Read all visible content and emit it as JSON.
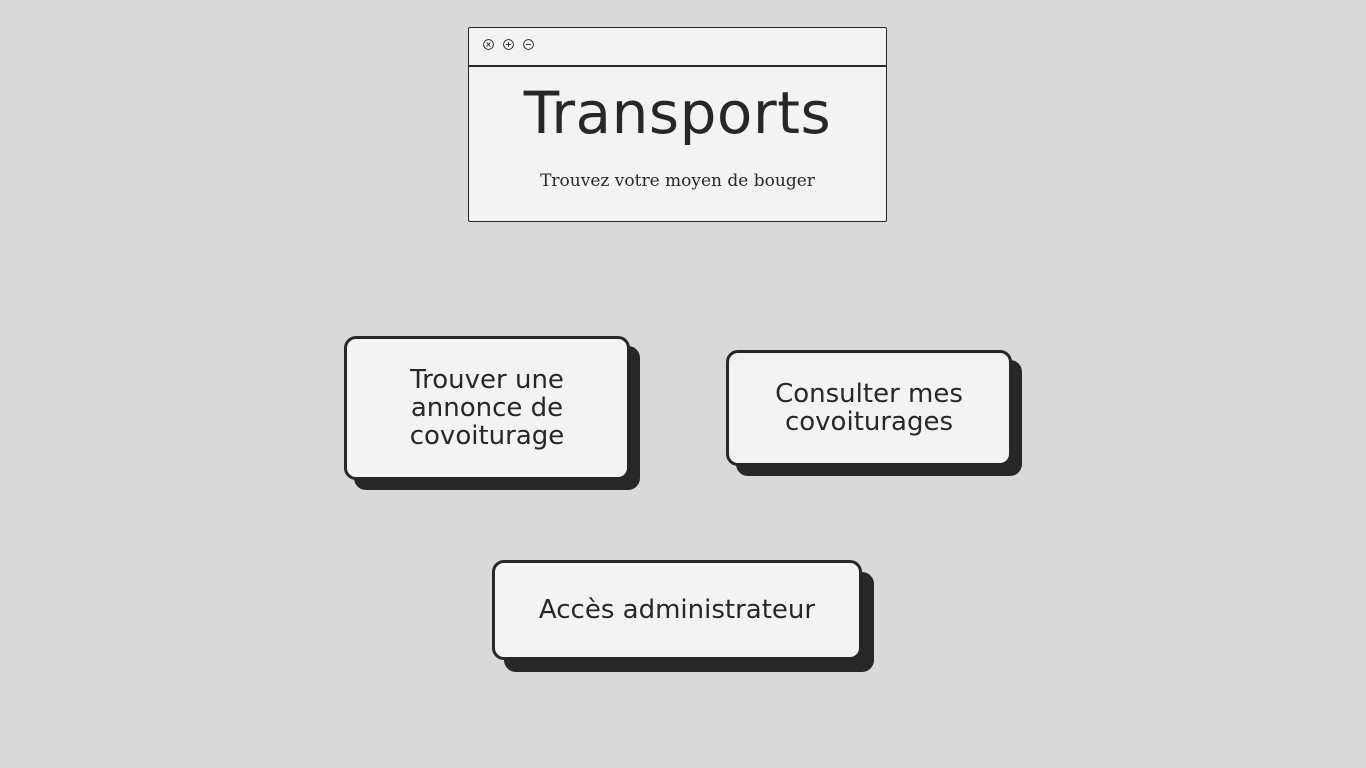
{
  "header": {
    "title": "Transports",
    "subtitle": "Trouvez votre moyen de bouger",
    "window_controls": [
      "close-icon",
      "maximize-icon",
      "minimize-icon"
    ]
  },
  "actions": {
    "find_ride": "Trouver une annonce de covoiturage",
    "my_rides": "Consulter mes covoiturages",
    "admin": "Accès administrateur"
  },
  "colors": {
    "background": "#d9d9d9",
    "surface": "#f3f3f3",
    "ink": "#272727"
  }
}
